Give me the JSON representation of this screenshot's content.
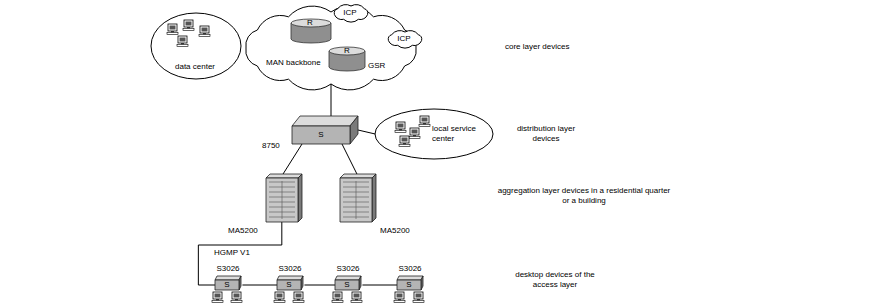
{
  "diagram": {
    "nodes": [
      {
        "text": [
          "data center"
        ]
      },
      {
        "text": [
          "MAN backbone"
        ]
      },
      {
        "text": [
          "R"
        ],
        "in": 1
      },
      {
        "text": [
          "ICP"
        ]
      },
      {
        "text": [
          "ICP"
        ]
      },
      {
        "text": [
          "R",
          "GSR"
        ],
        "in": 1
      },
      {
        "text": [
          "S",
          "8750"
        ]
      },
      {
        "text": [
          "local service center"
        ]
      },
      {
        "text": [
          "MA5200"
        ]
      },
      {
        "text": [
          "MA5200"
        ]
      },
      {
        "text": [
          "S3026",
          "S"
        ]
      },
      {
        "text": [
          "S3026",
          "S"
        ]
      },
      {
        "text": [
          "S3026",
          "S"
        ]
      },
      {
        "text": [
          "S3026",
          "S"
        ]
      }
    ],
    "edges": [
      {
        "from": 1,
        "to": 6,
        "arrow": "none"
      },
      {
        "from": 6,
        "to": 7,
        "arrow": "none"
      },
      {
        "from": 6,
        "to": 8,
        "arrow": "none"
      },
      {
        "from": 6,
        "to": 9,
        "arrow": "none"
      },
      {
        "from": 8,
        "to": 10,
        "label": "HGMP V1",
        "arrow": "none"
      },
      {
        "from": 10,
        "to": 11,
        "arrow": "none"
      },
      {
        "from": 11,
        "to": 12,
        "arrow": "none"
      },
      {
        "from": 12,
        "to": 13,
        "arrow": "none"
      }
    ],
    "labels": [
      "core layer devices",
      "distribution layer devices",
      "aggregation layer devices in a residential quarter or a building",
      "desktop devices of the access layer"
    ]
  }
}
